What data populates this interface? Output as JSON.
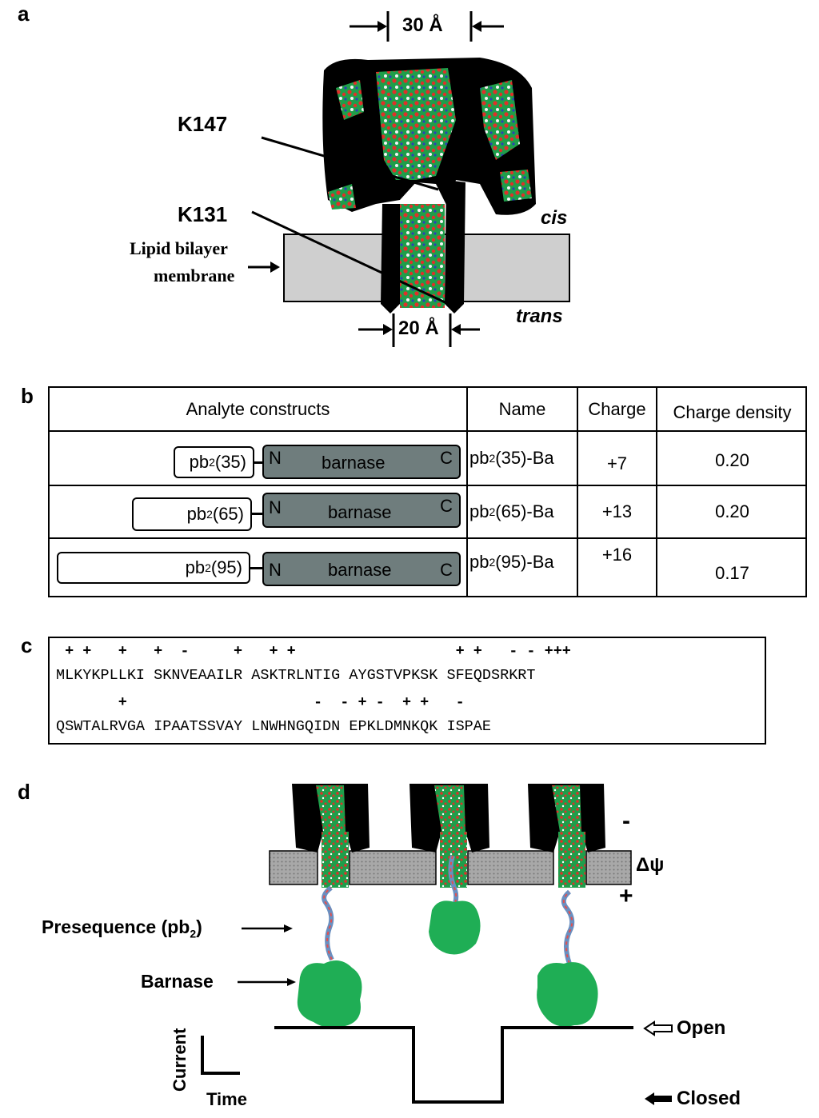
{
  "panel_a": {
    "label": "a",
    "dim_top": "30 Å",
    "dim_bottom": "20 Å",
    "k147": "K147",
    "k131": "K131",
    "membrane_line1": "Lipid bilayer",
    "membrane_line2": "membrane",
    "cis": "cis",
    "trans": "trans"
  },
  "panel_b": {
    "label": "b",
    "headers": [
      "Analyte constructs",
      "Name",
      "Charge",
      "Charge density"
    ],
    "rows": [
      {
        "pb": "pb",
        "pb_sub": "2",
        "pb_len": "(35)",
        "n": "N",
        "barnase": "barnase",
        "c": "C",
        "name_pre": "pb",
        "name_sub": "2",
        "name_post": "(35)-Ba",
        "charge": "+7",
        "density": "0.20"
      },
      {
        "pb": "pb",
        "pb_sub": "2",
        "pb_len": "(65)",
        "n": "N",
        "barnase": "barnase",
        "c": "C",
        "name_pre": "pb",
        "name_sub": "2",
        "name_post": "(65)-Ba",
        "charge": "+13",
        "density": "0.20"
      },
      {
        "pb": "pb",
        "pb_sub": "2",
        "pb_len": "(95)",
        "n": "N",
        "barnase": "barnase",
        "c": "C",
        "name_pre": "pb",
        "name_sub": "2",
        "name_post": "(95)-Ba",
        "charge": "+16",
        "density": "0.17"
      }
    ]
  },
  "panel_c": {
    "label": "c",
    "charges_line1": " + +   +   +  -     +   + +                  + +   - - +++",
    "sequence_line1": "MLKYKPLLKI SKNVEAAILR ASKTRLNTIG AYGSTVPKSK SFEQDSRKRT",
    "charges_line2": "       +                     -  - + -  + +   -",
    "sequence_line2": "QSWTALRVGA IPAATSSVAY LNWHNGQIDN EPKLDMNKQK ISPAE"
  },
  "panel_d": {
    "label": "d",
    "presequence_pre": "Presequence (pb",
    "presequence_sub": "2",
    "presequence_post": ")",
    "barnase": "Barnase",
    "minus": "-",
    "plus": "+",
    "delta_psi": "Δψ",
    "current": "Current",
    "time": "Time",
    "open": "Open",
    "closed": "Closed"
  }
}
